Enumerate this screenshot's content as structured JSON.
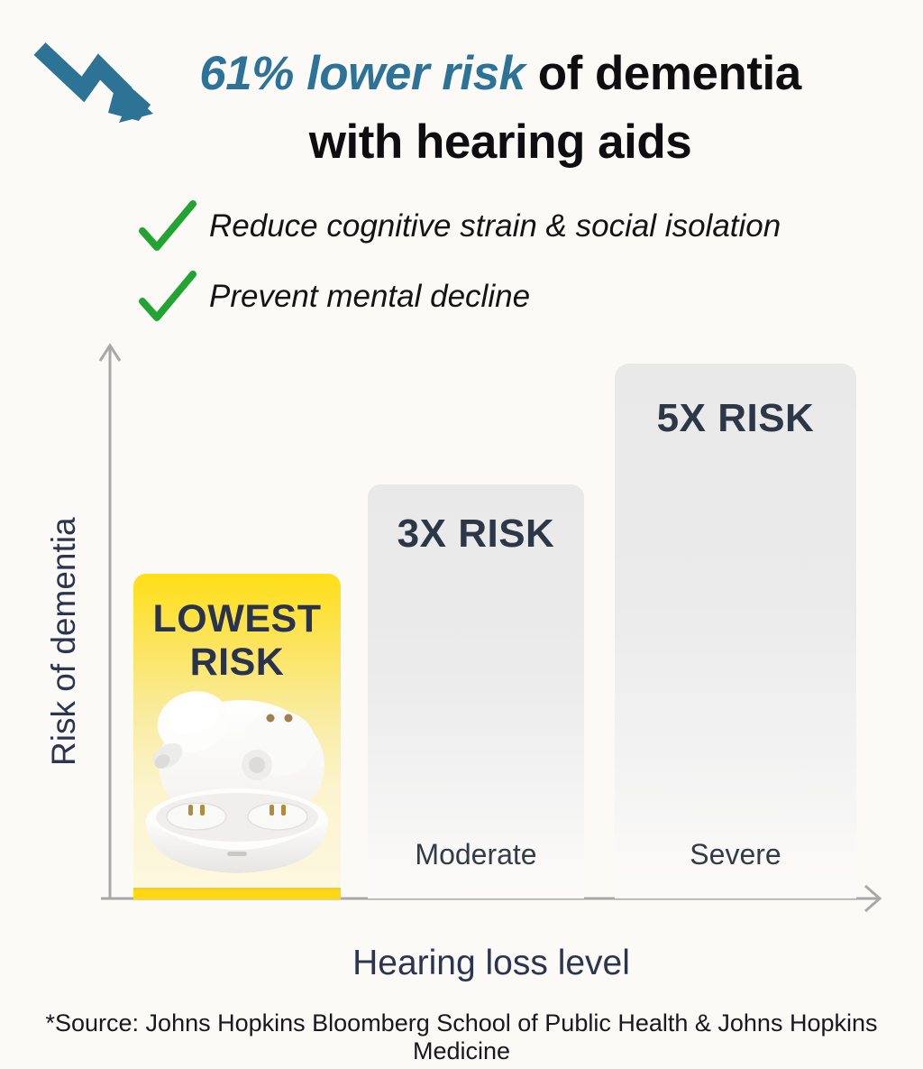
{
  "header": {
    "title_highlight": "61% lower risk",
    "title_rest": "of dementia",
    "title_line2": "with hearing aids"
  },
  "benefits": [
    {
      "text": "Reduce cognitive strain & social isolation"
    },
    {
      "text": "Prevent mental decline"
    }
  ],
  "chart": {
    "y_axis_label": "Risk of dementia",
    "x_axis_label": "Hearing loss level",
    "bars": [
      {
        "label_line1": "LOWEST",
        "label_line2": "RISK",
        "category": ""
      },
      {
        "label": "3X RISK",
        "category": "Moderate"
      },
      {
        "label": "5X RISK",
        "category": "Severe"
      }
    ]
  },
  "chart_data": {
    "type": "bar",
    "title": "61% lower risk of dementia with hearing aids",
    "categories": [
      "",
      "Moderate",
      "Severe"
    ],
    "values": [
      1,
      3,
      5
    ],
    "bar_labels": [
      "LOWEST RISK",
      "3X RISK",
      "5X RISK"
    ],
    "xlabel": "Hearing loss level",
    "ylabel": "Risk of dementia",
    "grid": false,
    "legend": false,
    "bar_colors": [
      "#ffdf16",
      "#ebebeb",
      "#ebebeb"
    ],
    "note": "Lowest-risk bar contains photo of earbud-style hearing aids with charging case"
  },
  "icons": {
    "trend_down_arrow": "zigzag-downward-trend-arrow",
    "checkmark": "✓"
  },
  "colors": {
    "accent_blue": "#2d7398",
    "check_green": "#21a431",
    "bar_yellow": "#ffdf16",
    "bar_gray": "#ebebeb",
    "navy_text": "#2b3550",
    "axis_gray": "#a8a8a8"
  },
  "footer": {
    "source": "*Source: Johns Hopkins Bloomberg School of Public Health & Johns Hopkins Medicine"
  }
}
